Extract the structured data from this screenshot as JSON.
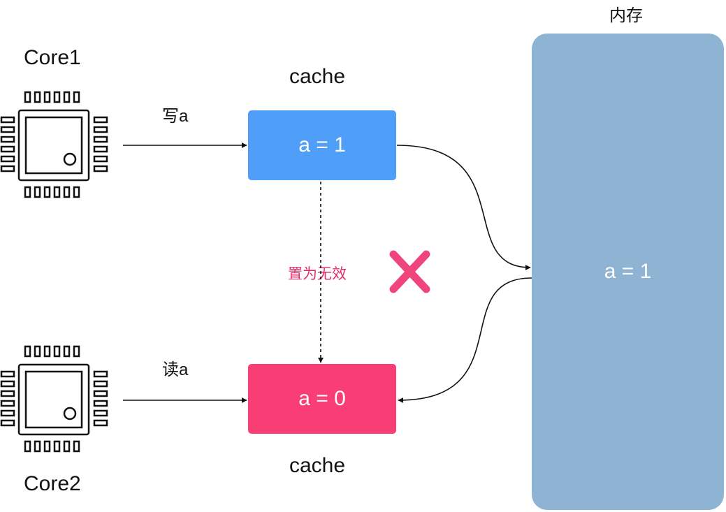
{
  "memory": {
    "title": "内存",
    "value": "a = 1"
  },
  "core1": {
    "label": "Core1",
    "operation": "写a",
    "cache_label": "cache",
    "cache_value": "a = 1",
    "cache_color": "#4f9ef8"
  },
  "core2": {
    "label": "Core2",
    "operation": "读a",
    "cache_label": "cache",
    "cache_value": "a = 0",
    "cache_color": "#f83e74"
  },
  "invalidate_label": "置为无效",
  "icons": {
    "chip": "cpu-chip-icon",
    "cross": "cross-mark-icon"
  },
  "colors": {
    "invalidate_text": "#e0306a",
    "cross": "#f0457c",
    "memory": "#8fb4d3"
  }
}
